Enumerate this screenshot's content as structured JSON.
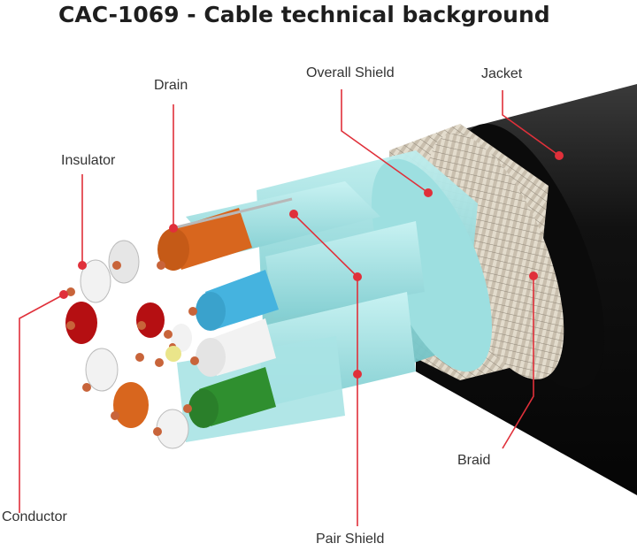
{
  "title": "CAC-1069 - Cable technical background",
  "labels": {
    "drain": "Drain",
    "overall_shield": "Overall Shield",
    "jacket": "Jacket",
    "insulator": "Insulator",
    "braid": "Braid",
    "conductor": "Conductor",
    "pair_shield": "Pair Shield"
  },
  "colors": {
    "callout": "#e0303a",
    "jacket": "#141414",
    "braid": "#c8bca8",
    "shield": "#8fd6d8",
    "orange": "#d8661e",
    "blue": "#45b3df",
    "green": "#2f8f2f",
    "red": "#b50f12",
    "white": "#f2f2f2",
    "copper": "#c8643a"
  }
}
